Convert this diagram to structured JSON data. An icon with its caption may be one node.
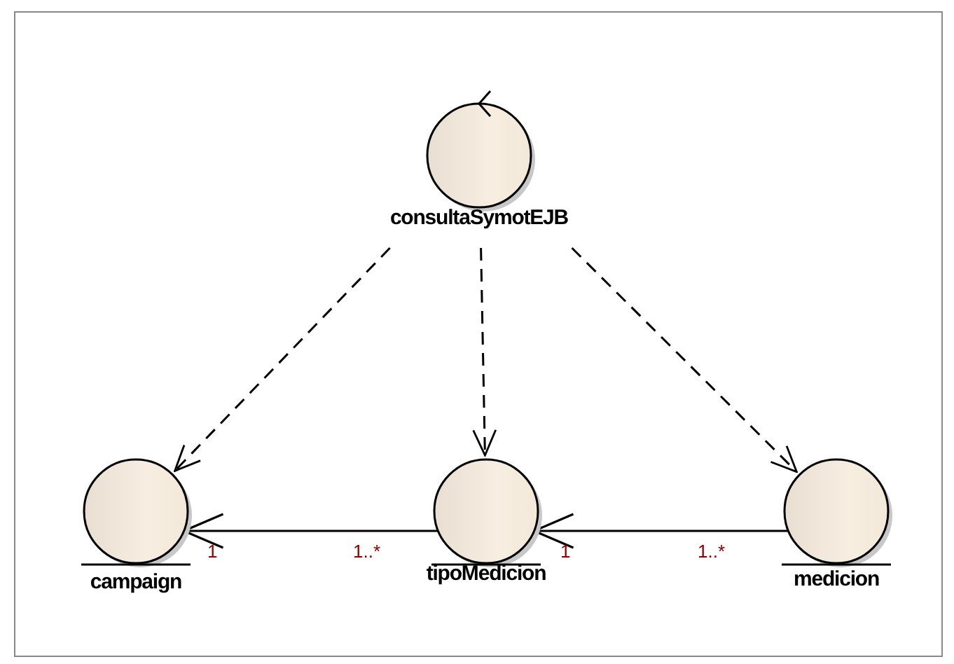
{
  "diagram": {
    "nodes": [
      {
        "text": [
          "consultaSymotEJB"
        ]
      },
      {
        "text": [
          "campaign"
        ]
      },
      {
        "text": [
          "tipoMedicion"
        ]
      },
      {
        "text": [
          "medicion"
        ]
      }
    ],
    "edges": [
      {
        "from": 0,
        "to": 1,
        "arrow": "to",
        "style": "dashed"
      },
      {
        "from": 0,
        "to": 2,
        "arrow": "to",
        "style": "dashed"
      },
      {
        "from": 0,
        "to": 3,
        "arrow": "to",
        "style": "dashed"
      },
      {
        "from": 2,
        "to": 1,
        "arrow": "to"
      },
      {
        "from": 3,
        "to": 2,
        "arrow": "to"
      }
    ],
    "labels": [
      "1",
      "1..*",
      "1",
      "1..*"
    ]
  }
}
